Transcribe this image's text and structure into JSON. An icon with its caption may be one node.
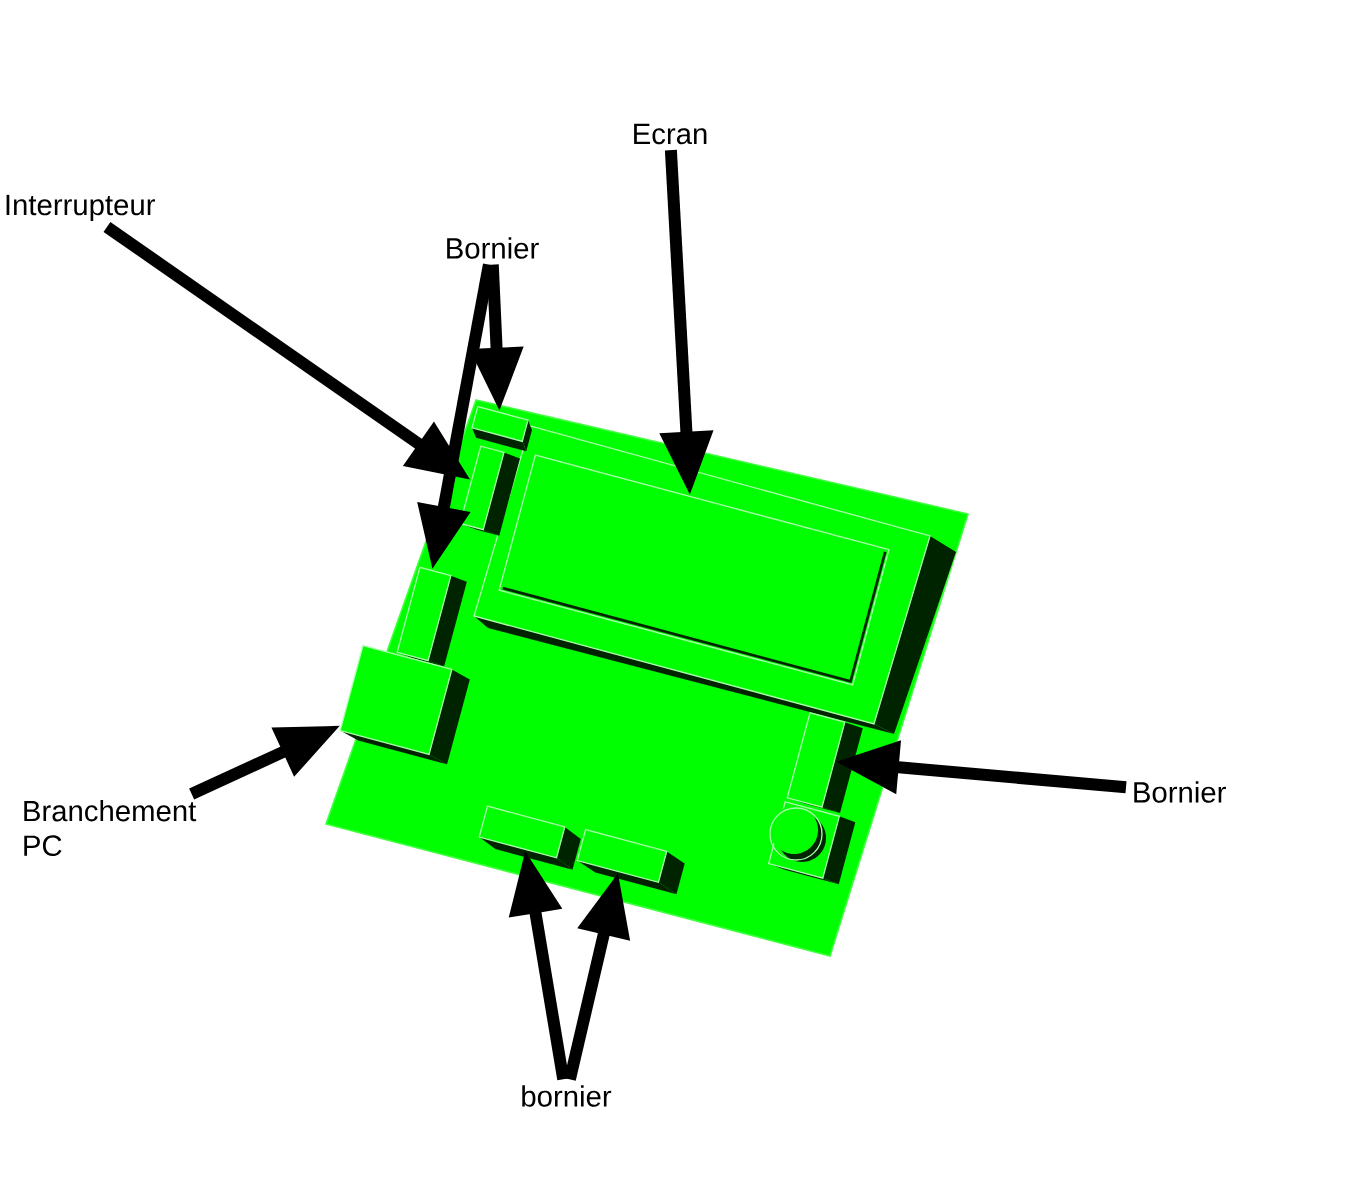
{
  "diagram": {
    "nodes": [
      {
        "text": [
          "Ecran"
        ]
      },
      {
        "text": [
          "Interrupteur"
        ]
      },
      {
        "text": [
          "Bornier"
        ]
      },
      {
        "text": [],
        "shape": "box"
      },
      {
        "text": [],
        "shape": "box"
      },
      {
        "text": [],
        "shape": "box"
      },
      {
        "text": [],
        "shape": "box"
      },
      {
        "text": [],
        "shape": "box"
      },
      {
        "text": [],
        "shape": "box"
      },
      {
        "text": [
          "Bornier"
        ]
      },
      {
        "text": [
          "Branchement PC"
        ]
      },
      {
        "text": [],
        "shape": "box"
      },
      {
        "text": [],
        "shape": "box"
      },
      {
        "text": [
          "bornier"
        ]
      }
    ],
    "edges": [
      {
        "from": 0,
        "to": 5,
        "arrow": "to"
      },
      {
        "from": 1,
        "to": 4,
        "arrow": "to"
      },
      {
        "from": 2,
        "to": 3,
        "arrow": "to"
      },
      {
        "from": 2,
        "to": 6,
        "arrow": "to"
      },
      {
        "from": 9,
        "to": 8,
        "arrow": "to"
      },
      {
        "from": 10,
        "to": 7,
        "arrow": "to"
      },
      {
        "from": 13,
        "to": 11,
        "arrow": "to"
      },
      {
        "from": 13,
        "to": 12,
        "arrow": "to"
      }
    ]
  }
}
